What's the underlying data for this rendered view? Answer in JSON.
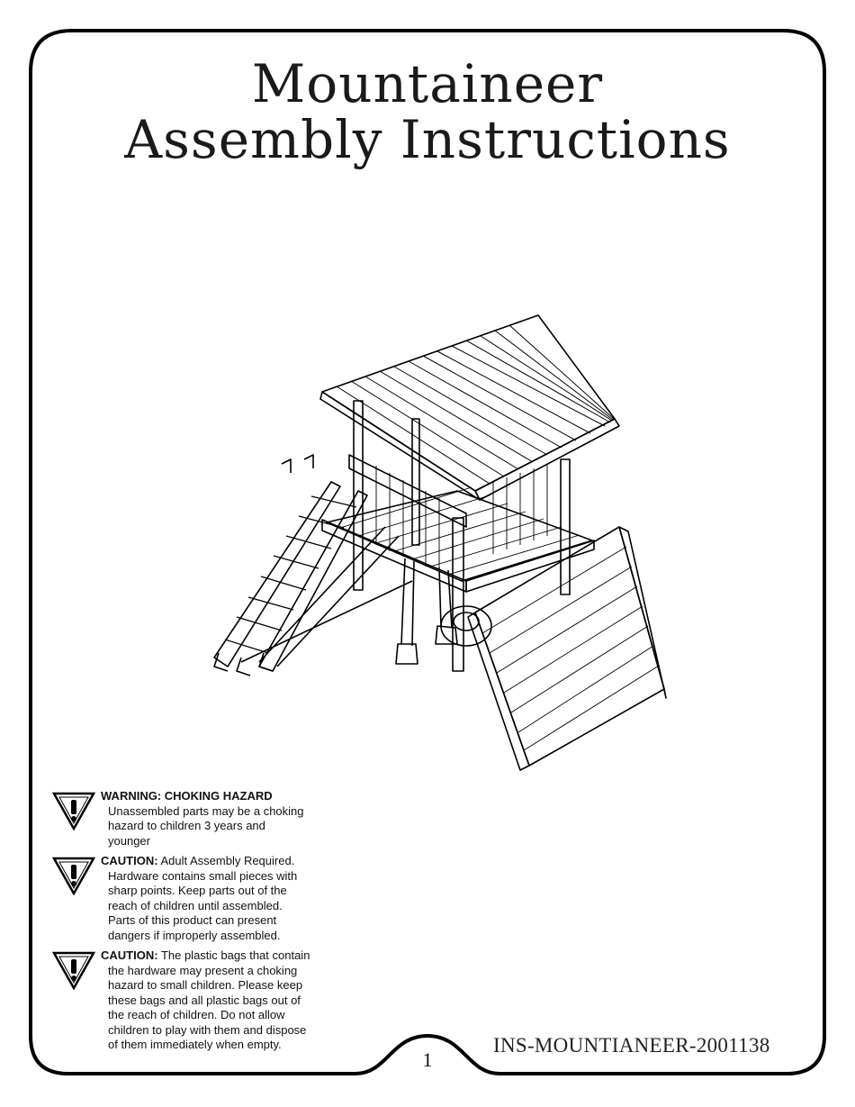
{
  "title": {
    "line1": "Mountaineer",
    "line2": "Assembly Instructions"
  },
  "warnings": [
    {
      "heading": "WARNING: CHOKING HAZARD",
      "text": "",
      "lines": [
        "Unassembled parts may be a choking",
        "hazard to children 3 years and",
        "younger"
      ]
    },
    {
      "heading": "CAUTION:",
      "text": "Adult Assembly Required.",
      "lines": [
        "Hardware contains small pieces with",
        "sharp points.  Keep parts out of the",
        "reach of children until assembled.",
        "Parts of this product can present",
        "dangers if improperly assembled."
      ]
    },
    {
      "heading": "CAUTION:",
      "text": "The plastic bags that contain",
      "lines": [
        "the hardware may present a choking",
        "hazard to small children.  Please keep",
        "these bags and all plastic bags out of",
        "the reach of children.  Do not allow",
        "children to play with them and dispose",
        "of them immediately when empty."
      ]
    }
  ],
  "footer": {
    "doc_id": "INS-MOUNTIANEER-2001138",
    "page_number": "1"
  },
  "icons": {
    "warning": "warning-triangle-icon"
  }
}
